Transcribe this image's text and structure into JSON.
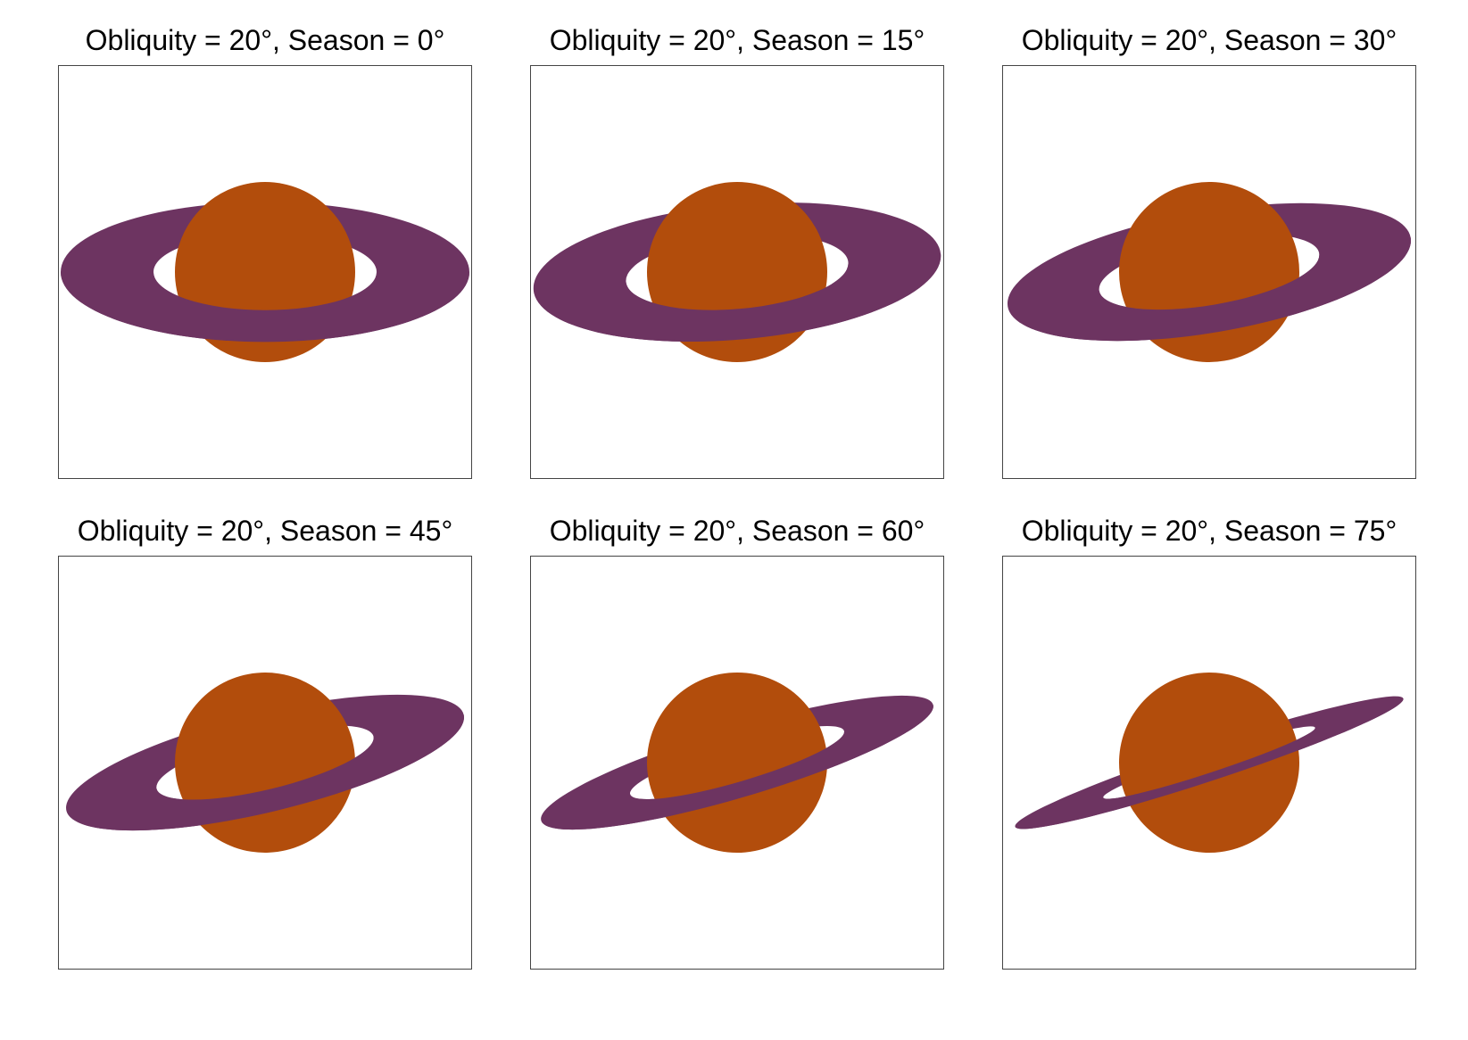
{
  "colors": {
    "planet": "#b24d0c",
    "ring": "#6d3461",
    "background": "#ffffff",
    "frame": "#444444"
  },
  "obliquity_deg": 20,
  "panels": [
    {
      "title": "Obliquity = 20°, Season = 0°",
      "season_deg": 0
    },
    {
      "title": "Obliquity = 20°, Season = 15°",
      "season_deg": 15
    },
    {
      "title": "Obliquity = 20°, Season = 30°",
      "season_deg": 30
    },
    {
      "title": "Obliquity = 20°, Season = 45°",
      "season_deg": 45
    },
    {
      "title": "Obliquity = 20°, Season = 60°",
      "season_deg": 60
    },
    {
      "title": "Obliquity = 20°, Season = 75°",
      "season_deg": 75
    }
  ]
}
